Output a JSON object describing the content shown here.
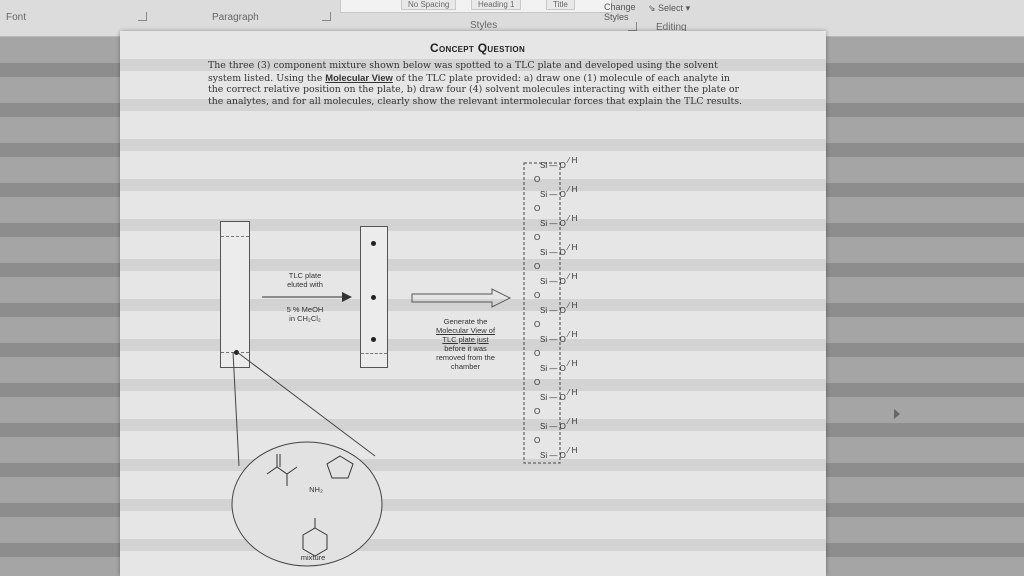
{
  "ribbon": {
    "font_group": "Font",
    "paragraph_group": "Paragraph",
    "styles_group": "Styles",
    "editing_group": "Editing",
    "style_tile_1": "No Spacing",
    "style_tile_2": "Heading 1",
    "style_tile_3": "Title",
    "change_styles": "Change Styles",
    "select": "Select"
  },
  "document": {
    "title": "Concept Question",
    "paragraph_part1": "The three (3) component mixture shown below was spotted to a TLC plate and developed using the solvent system listed. Using the ",
    "paragraph_emph": "Molecular View",
    "paragraph_part2": " of the TLC plate provided: a) draw one (1) molecule of each analyte in the correct relative position on the plate, b) draw four (4) solvent molecules interacting with either the plate or the analytes, and for all molecules, clearly show the relevant intermolecular forces that explain the TLC results.",
    "arrow_label_top": "TLC plate",
    "arrow_label_top2": "eluted with",
    "arrow_label_bottom": "5 % MeOH",
    "arrow_label_bottom2": "in CH₂Cl₂",
    "generate_line1": "Generate the",
    "generate_line2": "Molecular View of",
    "generate_line3": "TLC plate just",
    "generate_line4": "before it was",
    "generate_line5": "removed from the",
    "generate_line6": "chamber",
    "mixture_label": "mixture",
    "nh2_label": "NH₂",
    "silica_si": "Si",
    "silica_o": "O",
    "silica_h": "H"
  }
}
